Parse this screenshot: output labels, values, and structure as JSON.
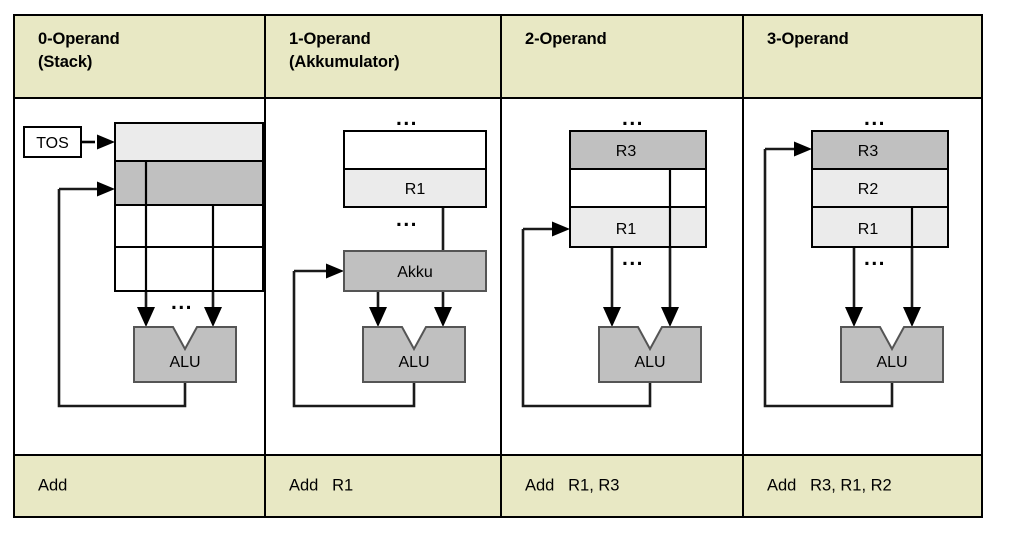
{
  "figure": {
    "description": "Comparison of instruction formats by operand count",
    "colors": {
      "header_bg": "#e8e8c4",
      "instruction_bg": "#e8e8c4",
      "border": "#000000",
      "cell_light": "#ebebeb",
      "cell_mid": "#c0c0c0",
      "cell_white": "#ffffff",
      "alu_fill": "#c0c0c0"
    }
  },
  "columns": [
    {
      "id": "col-0-operand",
      "header": "0-Operand\n(Stack)",
      "header_title": "0-Operand",
      "header_subtitle": "(Stack)",
      "instruction": "Add",
      "pointer_label": "TOS",
      "alu_label": "ALU",
      "ellipsis": "...",
      "cells": [
        {
          "label": "",
          "fill": "#ebebeb"
        },
        {
          "label": "",
          "fill": "#c0c0c0"
        },
        {
          "label": "",
          "fill": "#ffffff"
        },
        {
          "label": "",
          "fill": "#ffffff"
        }
      ]
    },
    {
      "id": "col-1-operand",
      "header": "1-Operand\n(Akkumulator)",
      "header_title": "1-Operand",
      "header_subtitle": "(Akkumulator)",
      "instruction": "Add   R1",
      "accumulator_label": "Akku",
      "alu_label": "ALU",
      "ellipsis": "...",
      "cells": [
        {
          "label": "",
          "fill": "#ffffff"
        },
        {
          "label": "R1",
          "fill": "#ebebeb"
        }
      ]
    },
    {
      "id": "col-2-operand",
      "header": "2-Operand",
      "header_title": "2-Operand",
      "header_subtitle": "",
      "instruction": "Add   R1, R3",
      "alu_label": "ALU",
      "ellipsis": "...",
      "cells": [
        {
          "label": "R3",
          "fill": "#c0c0c0"
        },
        {
          "label": "",
          "fill": "#ffffff"
        },
        {
          "label": "R1",
          "fill": "#ebebeb"
        }
      ]
    },
    {
      "id": "col-3-operand",
      "header": "3-Operand",
      "header_title": "3-Operand",
      "header_subtitle": "",
      "instruction": "Add   R3, R1, R2",
      "alu_label": "ALU",
      "ellipsis": "...",
      "cells": [
        {
          "label": "R3",
          "fill": "#c0c0c0"
        },
        {
          "label": "R2",
          "fill": "#ebebeb"
        },
        {
          "label": "R1",
          "fill": "#ebebeb"
        }
      ]
    }
  ]
}
